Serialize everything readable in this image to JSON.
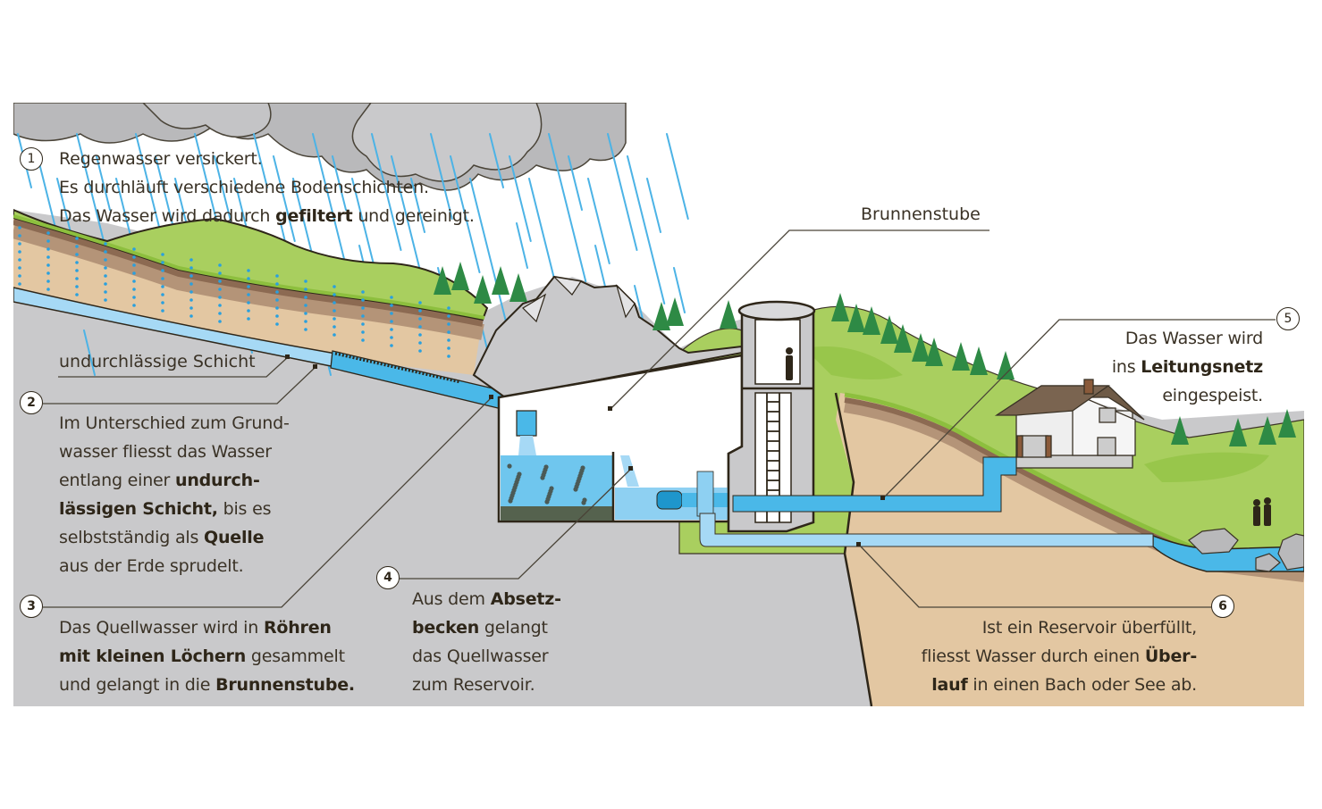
{
  "diagram": {
    "title": "Quellwasser: vom Regen zum Leitungsnetz",
    "colors": {
      "rock_gray": "#c9c9cb",
      "cloud_gray": "#b9b9bb",
      "soil_tan": "#e3c7a2",
      "soil_brown": "#8c6a52",
      "soil_mid": "#b49478",
      "grass_green": "#8dbf3e",
      "meadow_green": "#a9cf5f",
      "tree_green": "#2e8a45",
      "water_blue": "#4ab8e8",
      "water_light": "#a6d9f5",
      "rain_blue": "#4cb3e6",
      "outline": "#2e2619",
      "text": "#3a3226"
    },
    "labels": {
      "impermeable_layer": "undurchlässige Schicht",
      "spring_chamber": "Brunnenstube"
    },
    "callouts": [
      {
        "number": "1",
        "lines": [
          [
            {
              "t": "Regenwasser versickert.",
              "b": false
            }
          ],
          [
            {
              "t": "Es durchläuft verschiedene Bodenschichten.",
              "b": false
            }
          ],
          [
            {
              "t": "Das Wasser wird dadurch ",
              "b": false
            },
            {
              "t": "gefiltert",
              "b": true
            },
            {
              "t": " und gereinigt.",
              "b": false
            }
          ]
        ]
      },
      {
        "number": "2",
        "lines": [
          [
            {
              "t": "Im Unterschied zum Grund-",
              "b": false
            }
          ],
          [
            {
              "t": "wasser fliesst das Wasser",
              "b": false
            }
          ],
          [
            {
              "t": "entlang einer ",
              "b": false
            },
            {
              "t": "undurch-",
              "b": true
            }
          ],
          [
            {
              "t": "lässigen Schicht,",
              "b": true
            },
            {
              "t": " bis es",
              "b": false
            }
          ],
          [
            {
              "t": "selbstständig als ",
              "b": false
            },
            {
              "t": "Quelle",
              "b": true
            }
          ],
          [
            {
              "t": "aus der Erde sprudelt.",
              "b": false
            }
          ]
        ]
      },
      {
        "number": "3",
        "lines": [
          [
            {
              "t": "Das Quellwasser wird in ",
              "b": false
            },
            {
              "t": "Röhren",
              "b": true
            }
          ],
          [
            {
              "t": "mit kleinen Löchern",
              "b": true
            },
            {
              "t": " gesammelt",
              "b": false
            }
          ],
          [
            {
              "t": "und gelangt in die ",
              "b": false
            },
            {
              "t": "Brunnenstube.",
              "b": true
            }
          ]
        ]
      },
      {
        "number": "4",
        "lines": [
          [
            {
              "t": "Aus dem ",
              "b": false
            },
            {
              "t": "Absetz-",
              "b": true
            }
          ],
          [
            {
              "t": "becken",
              "b": true
            },
            {
              "t": " gelangt",
              "b": false
            }
          ],
          [
            {
              "t": "das Quellwasser",
              "b": false
            }
          ],
          [
            {
              "t": "zum Reservoir.",
              "b": false
            }
          ]
        ]
      },
      {
        "number": "5",
        "lines": [
          [
            {
              "t": "Das Wasser wird",
              "b": false
            }
          ],
          [
            {
              "t": "ins ",
              "b": false
            },
            {
              "t": "Leitungsnetz",
              "b": true
            }
          ],
          [
            {
              "t": "eingespeist.",
              "b": false
            }
          ]
        ]
      },
      {
        "number": "6",
        "lines": [
          [
            {
              "t": "Ist ein Reservoir überfüllt,",
              "b": false
            }
          ],
          [
            {
              "t": "fliesst Wasser durch einen ",
              "b": false
            },
            {
              "t": "Über-",
              "b": true
            }
          ],
          [
            {
              "t": "lauf",
              "b": true
            },
            {
              "t": " in einen Bach oder See ab.",
              "b": false
            }
          ]
        ]
      }
    ]
  }
}
